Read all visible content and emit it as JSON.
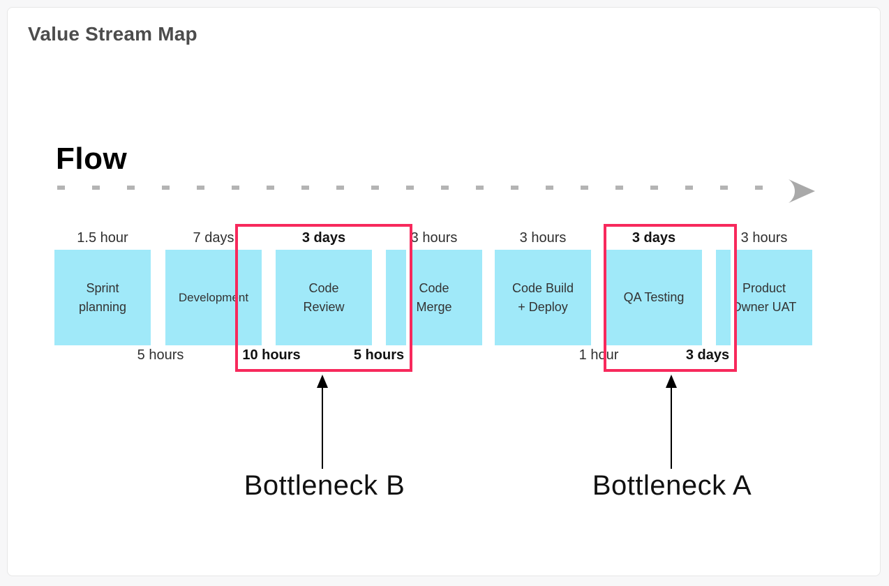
{
  "page": {
    "title": "Value Stream Map"
  },
  "flow": {
    "heading": "Flow"
  },
  "colors": {
    "box_fill": "#A0E9F9",
    "bottleneck_border": "#F7295C",
    "dash": "#B4B4B4",
    "flow_arrow": "#A9A9A9"
  },
  "stages": [
    {
      "name": "Sprint planning",
      "duration_above": "1.5 hour",
      "above_bold": false
    },
    {
      "name": "Development",
      "duration_above": "7 days",
      "above_bold": false
    },
    {
      "name": "Code Review",
      "duration_above": "3 days",
      "above_bold": true
    },
    {
      "name": "Code Merge",
      "duration_above": "3 hours",
      "above_bold": false
    },
    {
      "name": "Code Build + Deploy",
      "duration_above": "3 hours",
      "above_bold": false
    },
    {
      "name": "QA Testing",
      "duration_above": "3 days",
      "above_bold": true
    },
    {
      "name": "Product Owner UAT",
      "duration_above": "3 hours",
      "above_bold": false
    }
  ],
  "wait_times": [
    {
      "text": "5 hours",
      "bold": false
    },
    {
      "text": "10 hours",
      "bold": true
    },
    {
      "text": "5 hours",
      "bold": true
    },
    {
      "text": "1 hour",
      "bold": false
    },
    {
      "text": "3 days",
      "bold": true
    }
  ],
  "bottlenecks": [
    {
      "label": "Bottleneck B"
    },
    {
      "label": "Bottleneck A"
    }
  ]
}
